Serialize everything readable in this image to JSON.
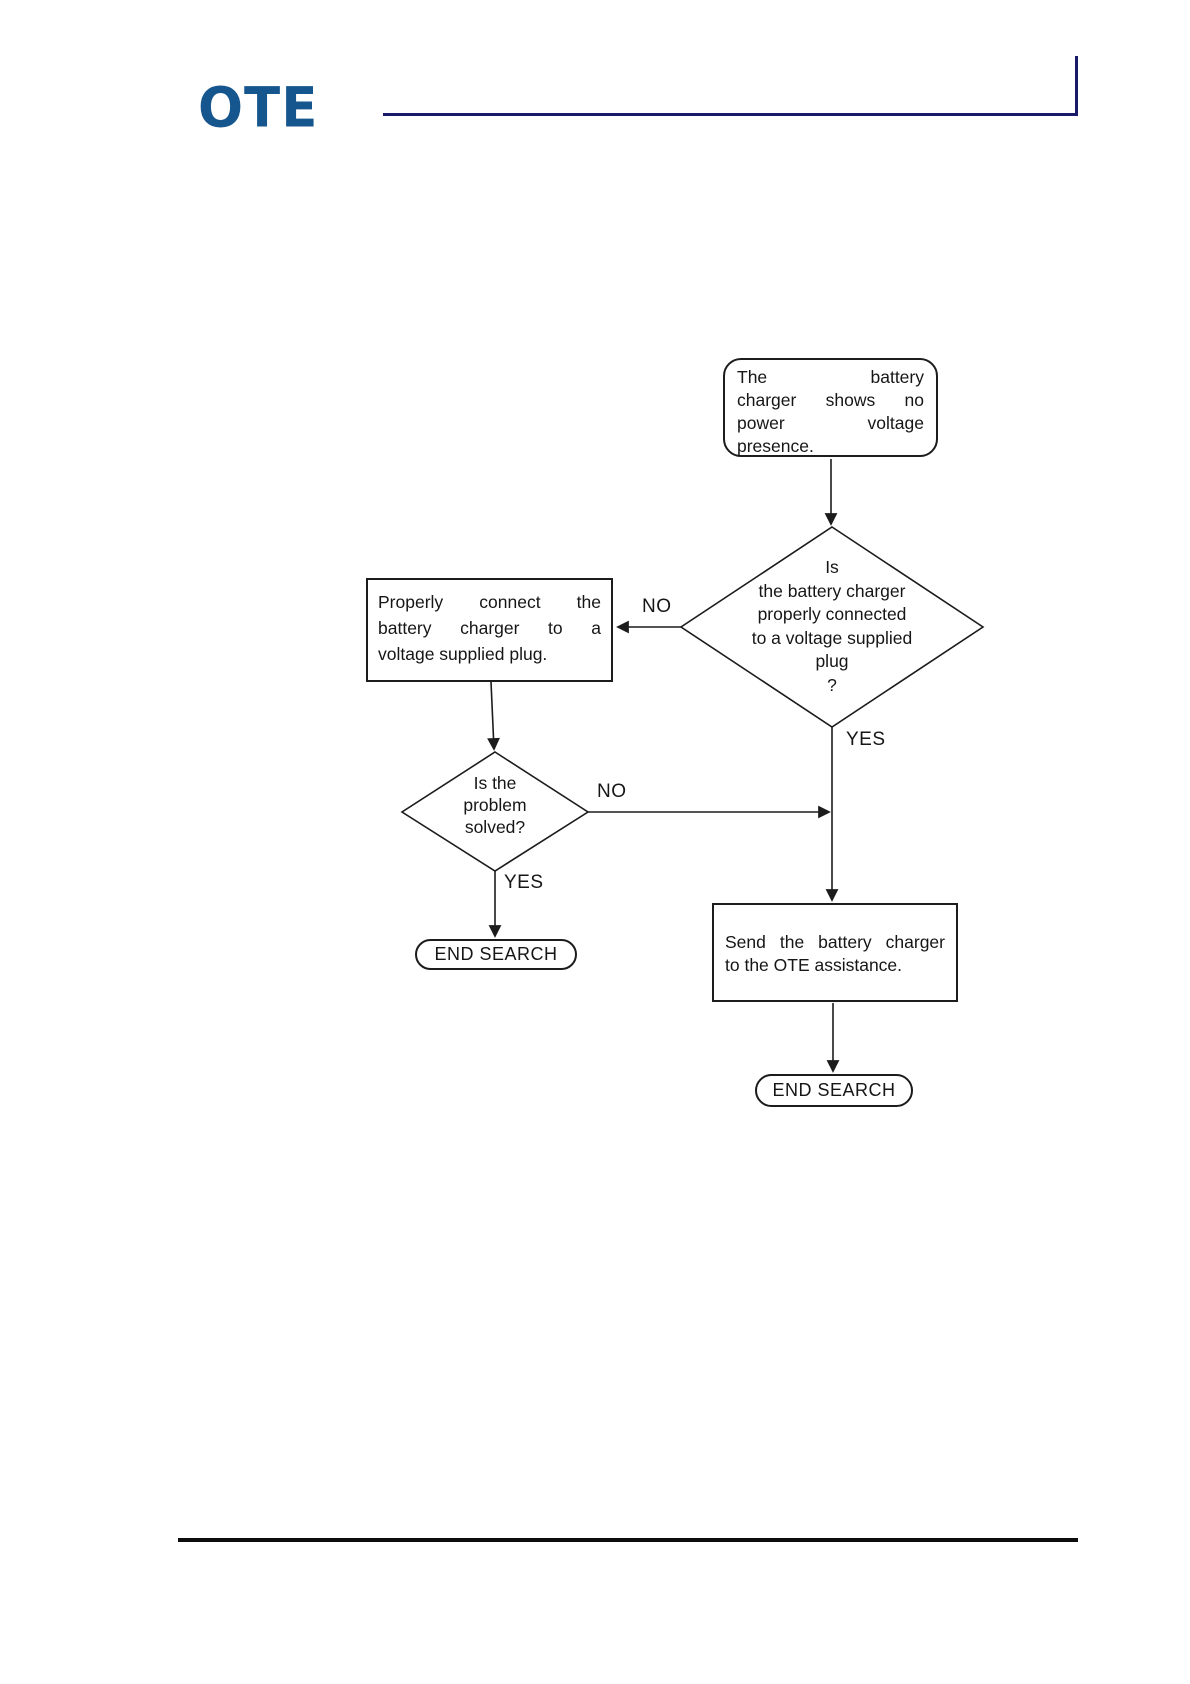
{
  "header": {
    "logo_text": "OTE",
    "colors": {
      "logo_blue": "#16568E",
      "header_rule_navy": "#1A1A6B",
      "flow_line_black": "#1c1c1c"
    }
  },
  "flowchart": {
    "start": {
      "lines": [
        "The battery",
        "charger shows no",
        "power voltage",
        "presence."
      ]
    },
    "decision_plug": {
      "lines": [
        "Is",
        "the battery charger",
        "properly connected",
        "to a voltage supplied",
        "plug",
        "?"
      ]
    },
    "action_connect": {
      "lines": [
        "Properly connect the",
        "battery charger to a",
        "voltage supplied plug."
      ]
    },
    "decision_solved": {
      "lines": [
        "Is the",
        "problem",
        "solved?"
      ]
    },
    "action_send": {
      "lines": [
        "Send the battery charger",
        "to the OTE assistance."
      ]
    },
    "end_left": {
      "label": "END SEARCH"
    },
    "end_right": {
      "label": "END SEARCH"
    },
    "edge_labels": {
      "no_plug": "NO",
      "yes_plug": "YES",
      "no_solved": "NO",
      "yes_solved": "YES"
    }
  }
}
